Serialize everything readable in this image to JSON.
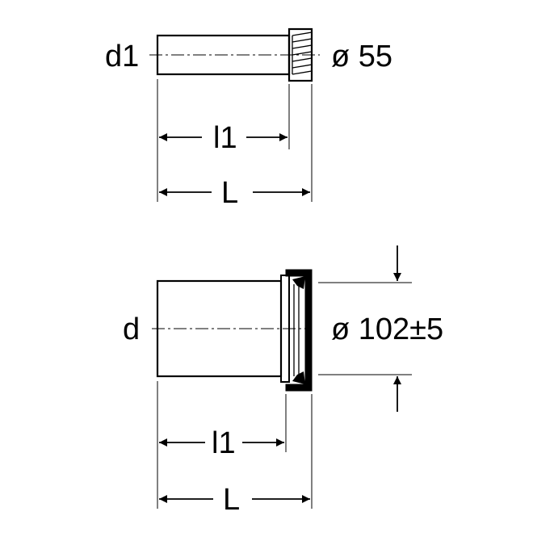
{
  "top_pipe": {
    "diameter_label": "d1",
    "size_label": "ø 55",
    "inner_length_label": "l1",
    "total_length_label": "L"
  },
  "bottom_pipe": {
    "diameter_label": "d",
    "size_label": "ø 102±5",
    "inner_length_label": "l1",
    "total_length_label": "L"
  }
}
